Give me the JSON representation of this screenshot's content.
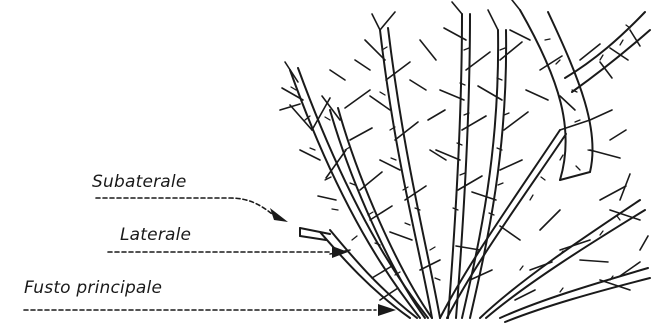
{
  "labels": {
    "subaterale": "Subaterale",
    "laterale": "Laterale",
    "fusto_principale": "Fusto principale"
  },
  "colors": {
    "ink": "#1a1a1a",
    "background": "#ffffff"
  }
}
